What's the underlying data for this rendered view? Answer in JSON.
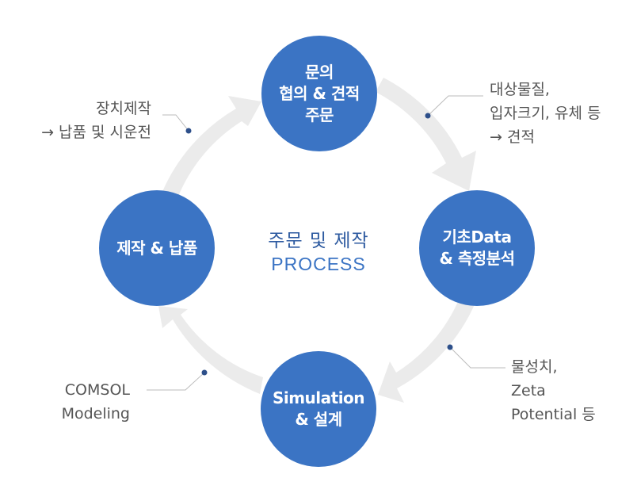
{
  "center": {
    "title_ko": "주문 및 제작",
    "title_en": "PROCESS"
  },
  "nodes": {
    "top": [
      "문의",
      "협의 & 견적",
      "주문"
    ],
    "right": [
      "기초Data",
      "& 측정분석"
    ],
    "bottom": [
      "Simulation",
      "& 설계"
    ],
    "left": [
      "제작 & 납품"
    ]
  },
  "annotations": {
    "top_left": [
      "장치제작",
      "→ 납품 및 시운전"
    ],
    "top_right": [
      "대상물질,",
      "입자크기, 유체 등",
      "→ 견적"
    ],
    "bottom_right": [
      "물성치,",
      "Zeta",
      "Potential 등"
    ],
    "bottom_left": [
      "COMSOL",
      "Modeling"
    ]
  },
  "colors": {
    "node_fill": "#3b74c4",
    "ring": "#ebebeb",
    "leader_dot": "#2d4f8a",
    "leader_line": "#bbbbbb",
    "annotation_text": "#555555",
    "title_ko": "#2d5aa0",
    "title_en": "#3b74c4"
  }
}
